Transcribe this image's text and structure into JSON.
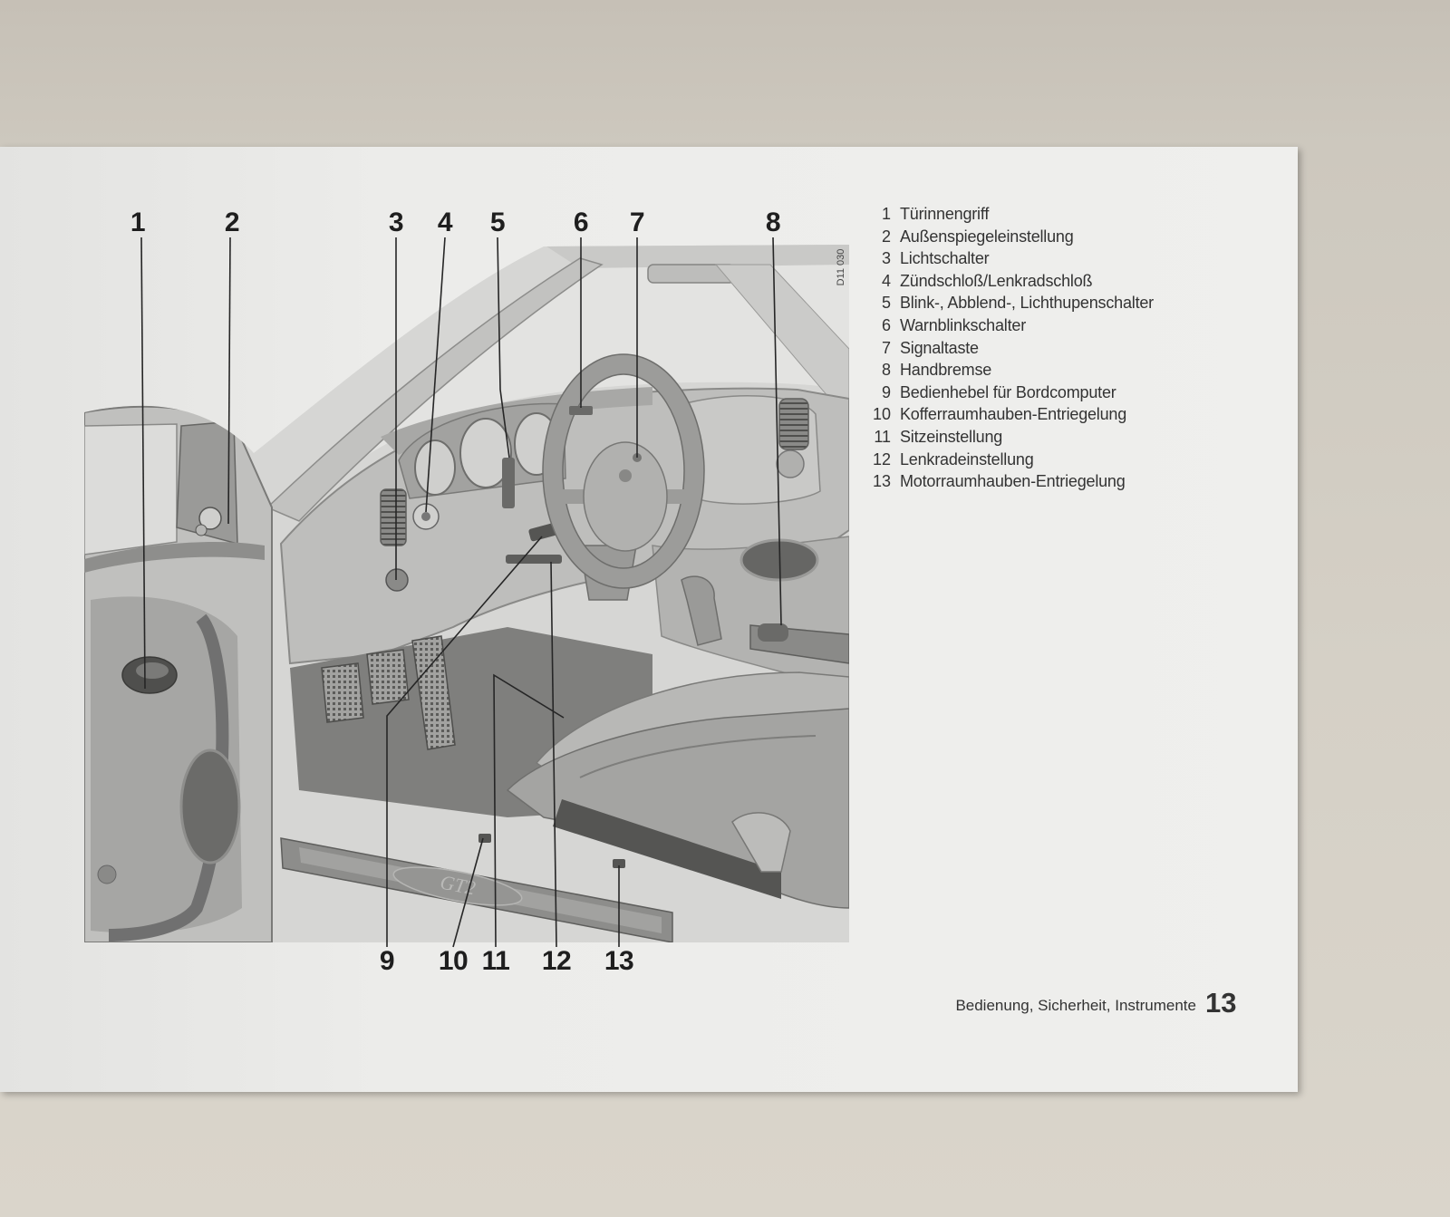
{
  "figure": {
    "code": "D11 030",
    "sill_badge": "GT2",
    "callouts_top": [
      "1",
      "2",
      "3",
      "4",
      "5",
      "6",
      "7",
      "8"
    ],
    "callouts_bottom": [
      "9",
      "10",
      "11",
      "12",
      "13"
    ]
  },
  "legend": [
    {
      "num": "1",
      "label": "Türinnengriff"
    },
    {
      "num": "2",
      "label": "Außenspiegeleinstellung"
    },
    {
      "num": "3",
      "label": "Lichtschalter"
    },
    {
      "num": "4",
      "label": "Zündschloß/Lenkradschloß"
    },
    {
      "num": "5",
      "label": "Blink-, Abblend-, Lichthupenschalter"
    },
    {
      "num": "6",
      "label": "Warnblinkschalter"
    },
    {
      "num": "7",
      "label": "Signaltaste"
    },
    {
      "num": "8",
      "label": "Handbremse"
    },
    {
      "num": "9",
      "label": "Bedienhebel für Bordcomputer"
    },
    {
      "num": "10",
      "label": "Kofferraumhauben-Entriegelung"
    },
    {
      "num": "11",
      "label": "Sitzeinstellung"
    },
    {
      "num": "12",
      "label": "Lenkradeinstellung"
    },
    {
      "num": "13",
      "label": "Motorraumhauben-Entriegelung"
    }
  ],
  "footer": {
    "section": "Bedienung, Sicherheit, Instrumente",
    "page": "13"
  }
}
